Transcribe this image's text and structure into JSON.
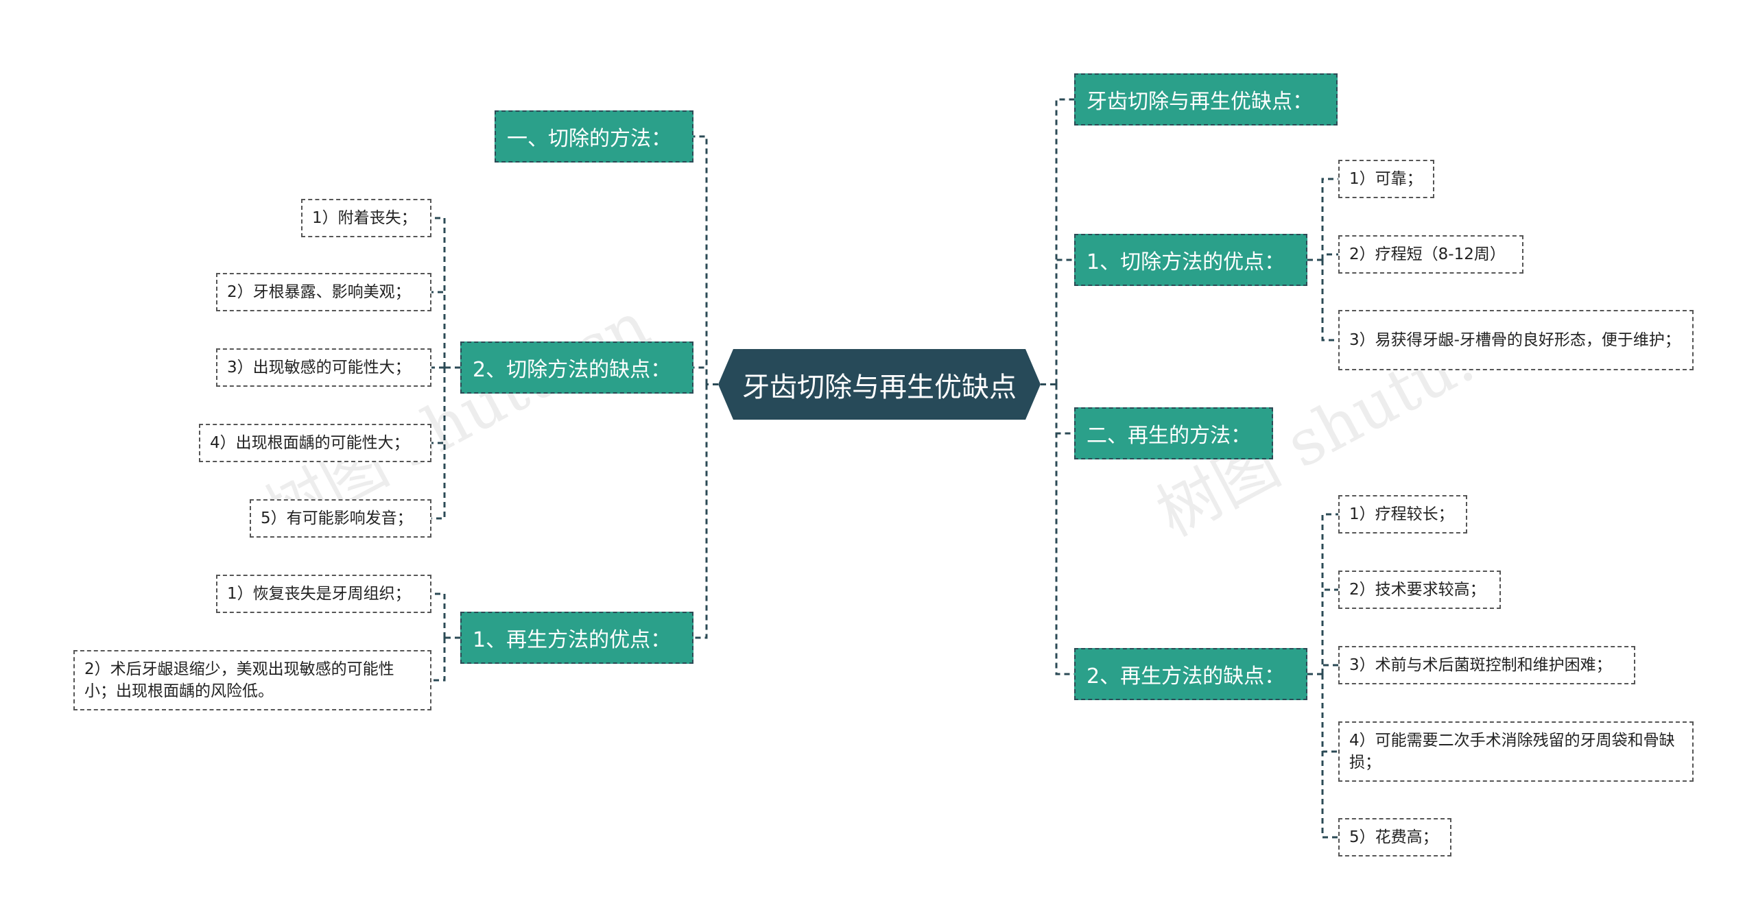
{
  "root": {
    "label": "牙齿切除与再生优缺点"
  },
  "left": [
    {
      "label": "一、切除的方法：",
      "children": []
    },
    {
      "label": "2、切除方法的缺点：",
      "children": [
        "1）附着丧失；",
        "2）牙根暴露、影响美观；",
        "3）出现敏感的可能性大；",
        "4）出现根面龋的可能性大；",
        "5）有可能影响发音；"
      ]
    },
    {
      "label": "1、再生方法的优点：",
      "children": [
        "1）恢复丧失是牙周组织；",
        "2）术后牙龈退缩少，美观出现敏感的可能性小；出现根面龋的风险低。"
      ]
    }
  ],
  "right": [
    {
      "label": "牙齿切除与再生优缺点：",
      "children": []
    },
    {
      "label": "1、切除方法的优点：",
      "children": [
        "1）可靠；",
        "2）疗程短（8-12周）",
        "3）易获得牙龈-牙槽骨的良好形态，便于维护；"
      ]
    },
    {
      "label": "二、再生的方法：",
      "children": []
    },
    {
      "label": "2、再生方法的缺点：",
      "children": [
        "1）疗程较长；",
        "2）技术要求较高；",
        "3）术前与术后菌斑控制和维护困难；",
        "4）可能需要二次手术消除残留的牙周袋和骨缺损；",
        "5）花费高；"
      ]
    }
  ],
  "watermark": "树图 shutu.cn",
  "colors": {
    "root": "#274a59",
    "topic": "#2ba08a",
    "line": "#2b4a55"
  }
}
